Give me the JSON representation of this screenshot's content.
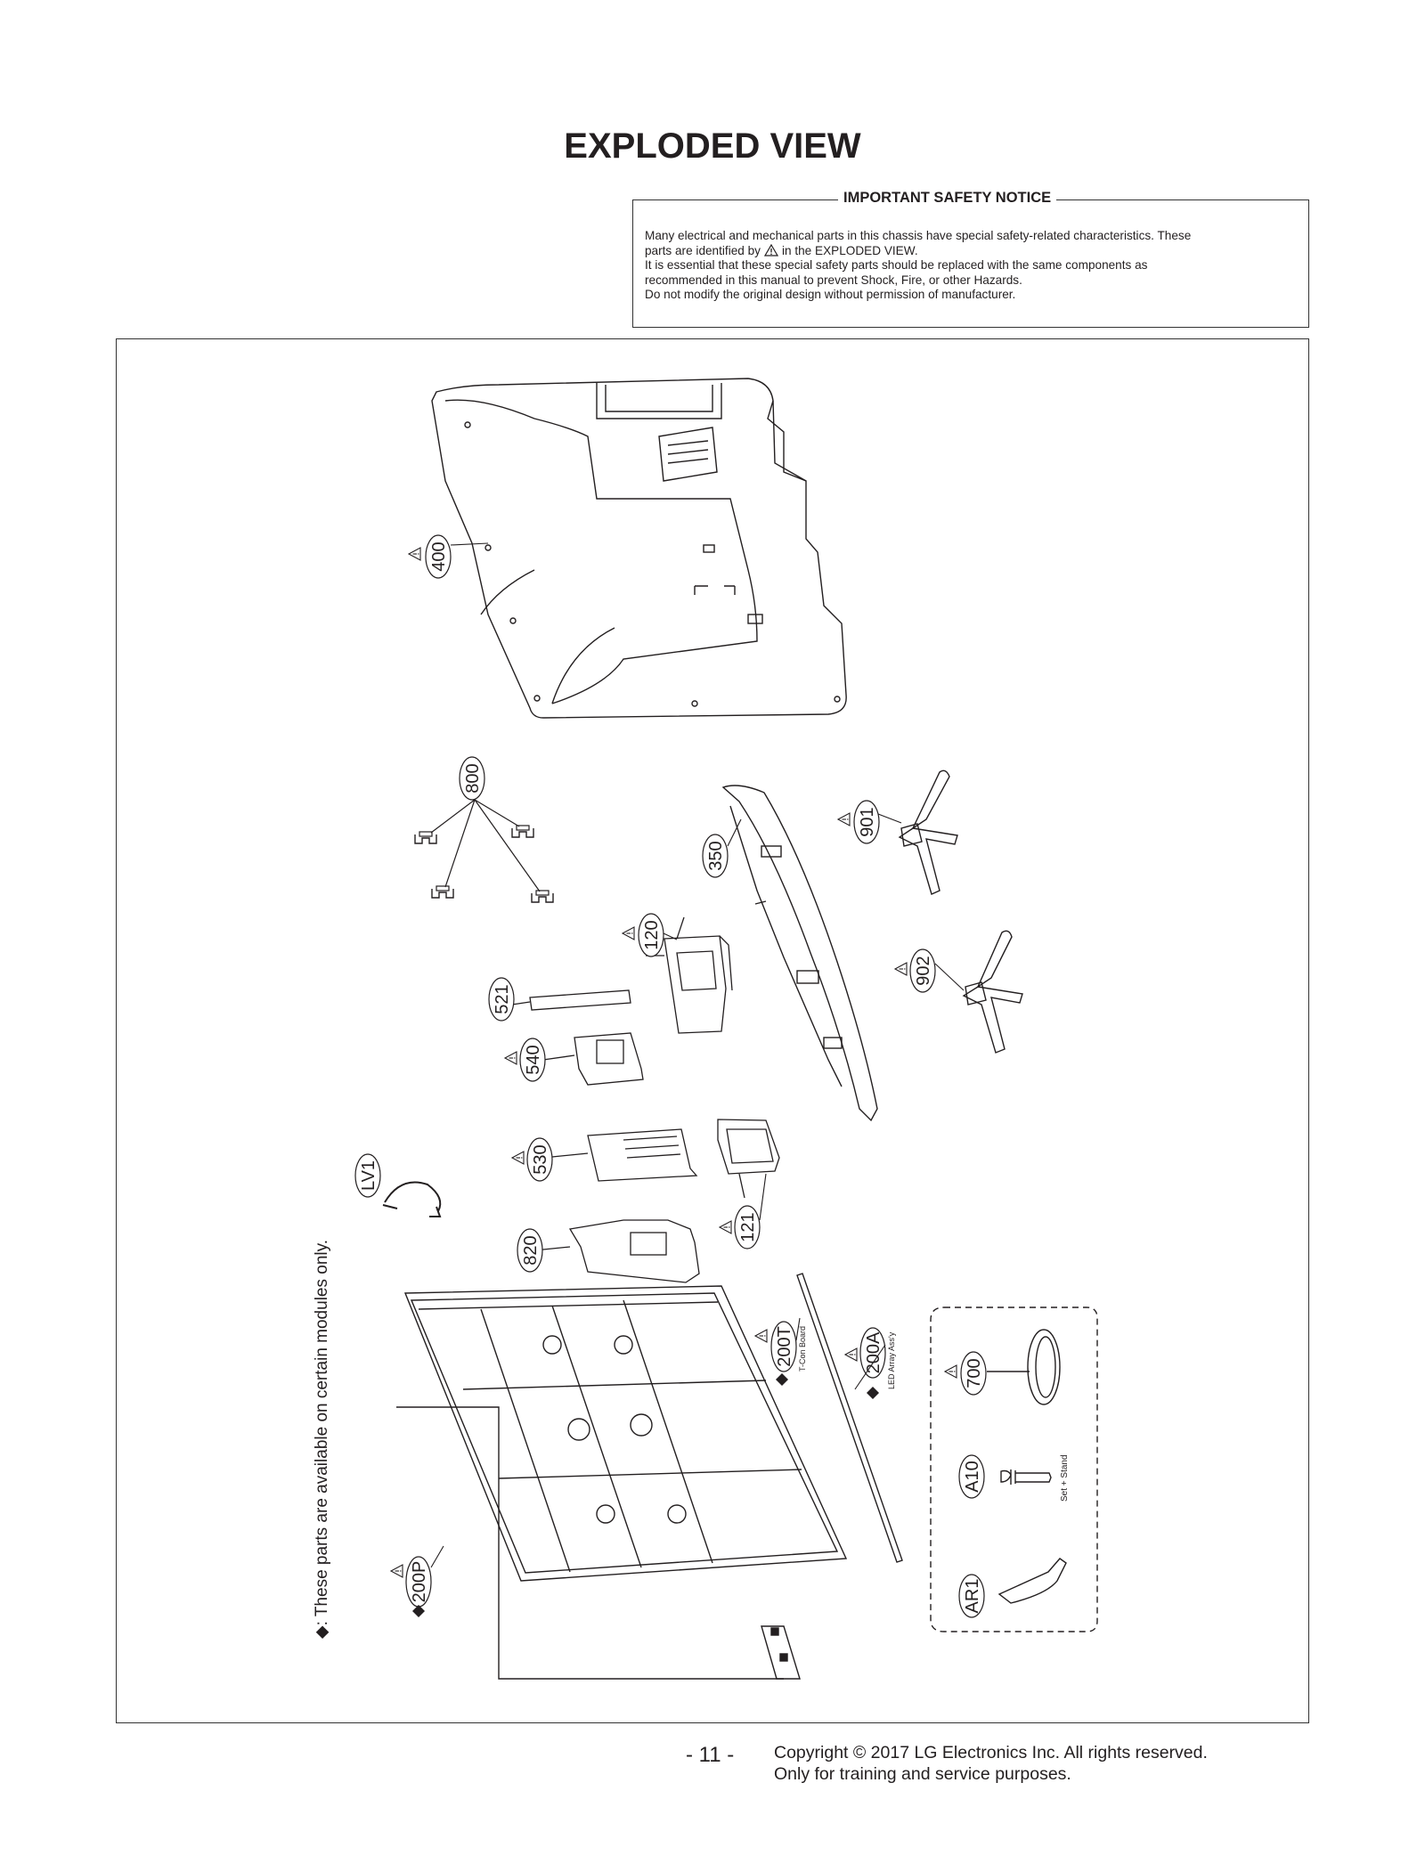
{
  "title": "EXPLODED VIEW",
  "safety_notice": {
    "heading": "IMPORTANT SAFETY NOTICE",
    "line1": "Many electrical and mechanical parts in this chassis have special safety-related characteristics. These",
    "line2_before": "parts are identified by",
    "line2_after": "in the EXPLODED VIEW.",
    "line3": "It is essential that these special safety parts should be replaced with the same components as",
    "line4": "recommended in this manual to prevent Shock, Fire, or other Hazards.",
    "line5": "Do not modify the original design without permission of manufacturer."
  },
  "side_note": "◆: These parts are available on certain modules only.",
  "parts": {
    "p400": "400",
    "p800": "800",
    "p901": "901",
    "p350": "350",
    "p120": "120",
    "p902": "902",
    "p521": "521",
    "p540": "540",
    "p530": "530",
    "pLV1": "LV1",
    "p820": "820",
    "p121": "121",
    "p200T": "200T",
    "p200A": "200A",
    "p700": "700",
    "pA10": "A10",
    "pAR1": "AR1",
    "p200P": "200P"
  },
  "sublabels": {
    "tcon": "T-Con Board",
    "led": "LED Array Ass'y",
    "stand": "Set + Stand"
  },
  "footer": {
    "page_number": "- 11 -",
    "copyright_line1": "Copyright © 2017 LG Electronics Inc. All rights reserved.",
    "copyright_line2": "Only for training and service purposes."
  }
}
